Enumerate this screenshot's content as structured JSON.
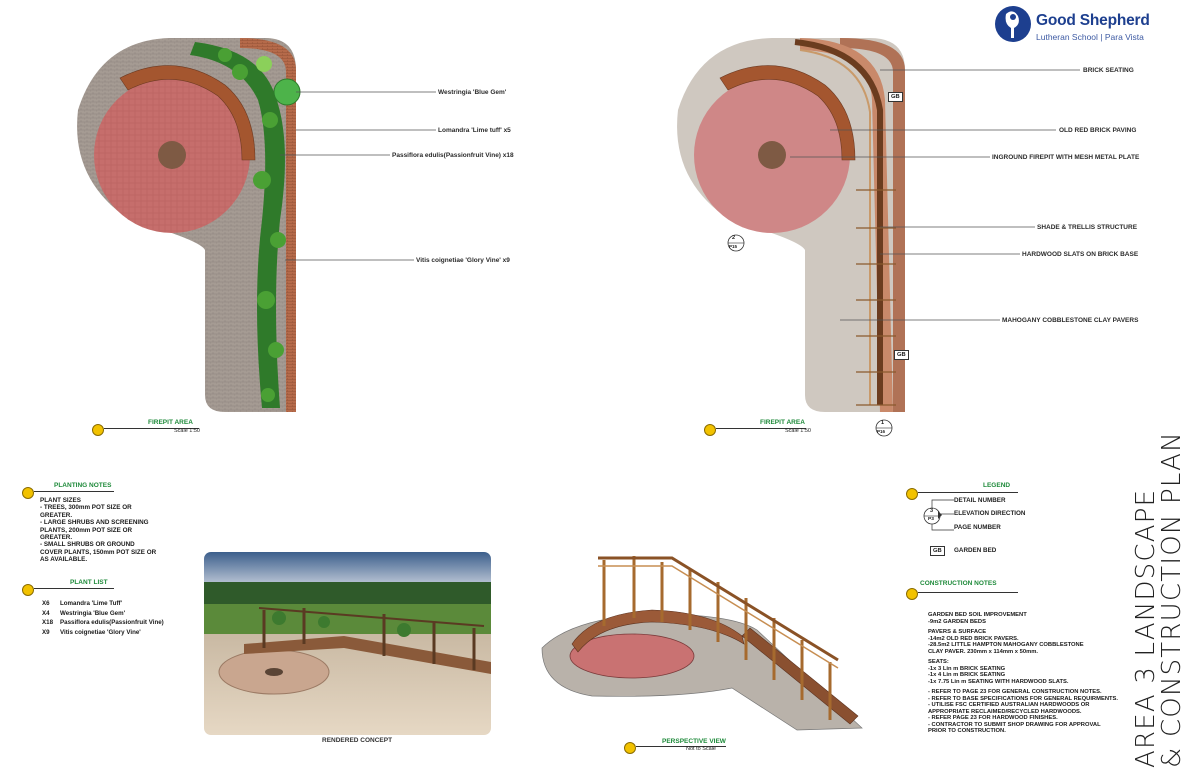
{
  "logo": {
    "name": "Good Shepherd",
    "sub": "Lutheran School | Para Vista",
    "color": "#1d3f8f"
  },
  "left_plan": {
    "title": "FIREPIT AREA",
    "scale": "Scale 1:50",
    "callouts": [
      "Westringia 'Blue Gem'",
      "Lomandra 'Lime tuff' x5",
      "Passiflora edulis(Passionfruit Vine) x18",
      "Vitis coignetiae 'Glory Vine' x9"
    ]
  },
  "right_plan": {
    "title": "FIREPIT AREA",
    "scale": "Scale 1:50",
    "callouts": [
      "BRICK SEATING",
      "OLD RED BRICK PAVING",
      "INGROUND FIREPIT WITH MESH METAL PLATE",
      "SHADE & TRELLIS STRUCTURE",
      "HARDWOOD SLATS ON BRICK BASE",
      "MAHOGANY COBBLESTONE CLAY PAVERS"
    ],
    "gb_label": "GB",
    "detail_top": "2",
    "detail_bottom": "P15",
    "detail2_top": "1",
    "detail2_bottom": "P16"
  },
  "planting_notes": {
    "title": "PLANTING NOTES",
    "lines": [
      "PLANT SIZES",
      "- TREES, 300mm POT SIZE OR",
      "GREATER.",
      "- LARGE SHRUBS AND SCREENING",
      "PLANTS, 200mm POT SIZE OR",
      "GREATER.",
      "- SMALL SHRUBS OR GROUND",
      "COVER PLANTS, 150mm POT SIZE OR",
      "AS AVAILABLE."
    ]
  },
  "plant_list": {
    "title": "PLANT LIST",
    "rows": [
      {
        "qty": "X6",
        "name": "Lomandra 'Lime Tuff'"
      },
      {
        "qty": "X4",
        "name": "Westringia 'Blue Gem'"
      },
      {
        "qty": "X18",
        "name": "Passiflora edulis(Passionfruit Vine)"
      },
      {
        "qty": "X9",
        "name": "Vitis coignetiae 'Glory Vine'"
      }
    ]
  },
  "render_caption": "RENDERED CONCEPT",
  "perspective": {
    "title": "PERSPECTIVE VIEW",
    "scale": "Not to Scale"
  },
  "legend": {
    "title": "LEGEND",
    "detail_number": "DETAIL NUMBER",
    "elevation_direction": "ELEVATION DIRECTION",
    "page_number": "PAGE NUMBER",
    "symbol_top": "3",
    "symbol_bottom": "P3",
    "gb_tag": "GB",
    "garden_bed": "GARDEN BED"
  },
  "construction_notes": {
    "title": "CONSTRUCTION NOTES",
    "lines": [
      "GARDEN BED SOIL IMPROVEMENT",
      "-9m2 GARDEN BEDS",
      "",
      "PAVERS & SURFACE",
      "-14m2 OLD RED BRICK PAVERS.",
      "-28.5m2 LITTLE HAMPTON MAHOGANY COBBLESTONE",
      "CLAY PAVER. 230mm x 114mm x 50mm.",
      "",
      "SEATS:",
      "-1x 3 Lin m BRICK SEATING",
      "-1x 4 Lin m BRICK SEATING",
      "-1x 7.75 Lin m SEATING WITH HARDWOOD SLATS.",
      "",
      "- REFER TO PAGE 23 FOR GENERAL CONSTRUCTION NOTES.",
      "- REFER TO BASE SPECIFICATIONS FOR GENERAL REQUIRMENTS.",
      "- UTILISE FSC CERTIFIED AUSTRALIAN HARDWOODS OR",
      "APPROPRIATE RECLAIMED/RECYCLED HARDWOODS.",
      "- REFER PAGE 23 FOR HARDWOOD FINISHES.",
      "- CONTRACTOR TO SUBMIT SHOP DRAWING FOR APPROVAL",
      "PRIOR TO CONSTRUCTION."
    ]
  },
  "sheet_title": {
    "line1": "AREA 3 LANDSCAPE",
    "line2": "& CONSTRUCTION PLAN"
  },
  "colors": {
    "paving_red": "#c96f6f",
    "cobble": "#a89e96",
    "brick": "#a0522d",
    "section_green": "#1e8a3a",
    "dot_yellow": "#f2c200"
  }
}
